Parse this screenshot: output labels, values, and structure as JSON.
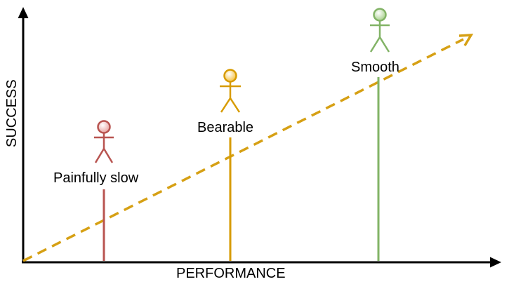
{
  "axes": {
    "x_label": "PERFORMANCE",
    "y_label": "SUCCESS"
  },
  "trend": {
    "style": "dashed",
    "color": "#d6a014"
  },
  "figures": [
    {
      "label": "Painfully slow",
      "color": "#b85450",
      "fill": "#f8cecc",
      "level": "low"
    },
    {
      "label": "Bearable",
      "color": "#d79b00",
      "fill": "#ffe6cc",
      "level": "medium"
    },
    {
      "label": "Smooth",
      "color": "#82b366",
      "fill": "#d5e8d4",
      "level": "high"
    }
  ]
}
